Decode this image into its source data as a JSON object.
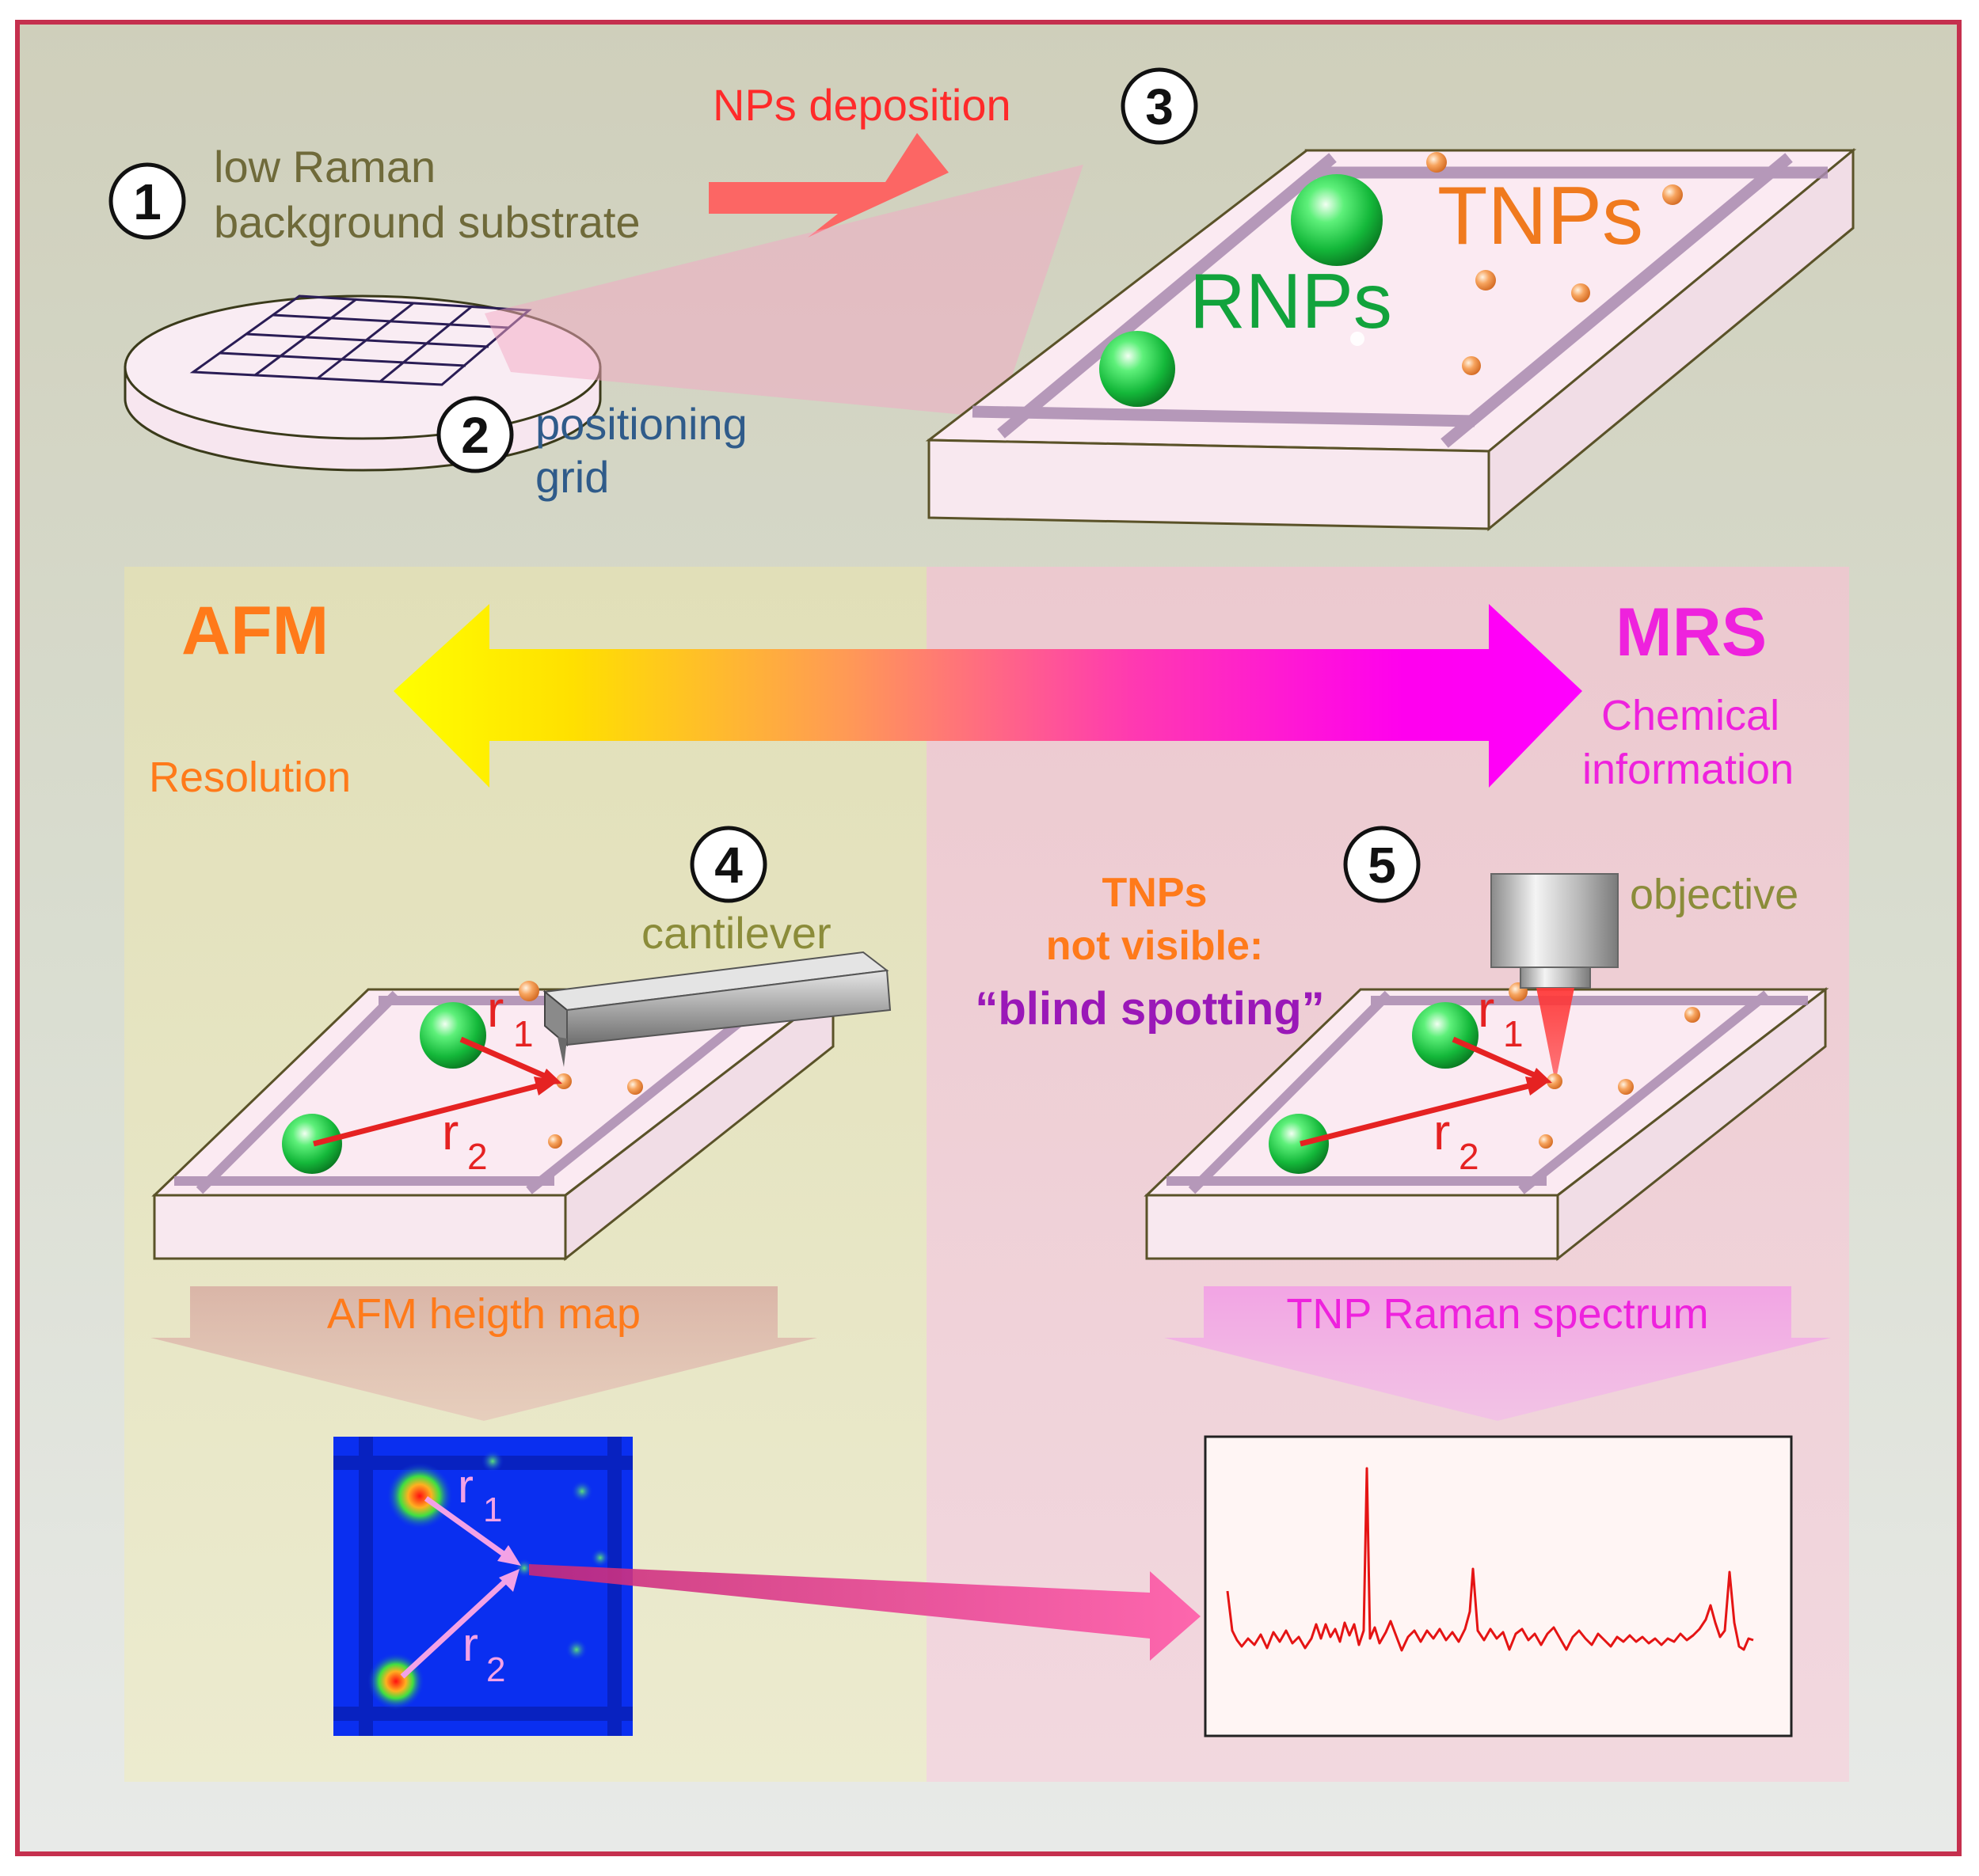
{
  "steps": {
    "s1": "1",
    "s2": "2",
    "s3": "3",
    "s4": "4",
    "s5": "5"
  },
  "top": {
    "substrate_line1": "low Raman",
    "substrate_line2": "background substrate",
    "grid_line1": "positioning",
    "grid_line2": "grid",
    "deposition": "NPs deposition",
    "rnps": "RNPs",
    "tnps": "TNPs"
  },
  "afm": {
    "title": "AFM",
    "subtitle": "Resolution",
    "cantilever": "cantilever",
    "map_label": "AFM heigth map"
  },
  "mrs": {
    "title": "MRS",
    "subtitle_line1": "Chemical",
    "subtitle_line2": "information",
    "objective": "objective",
    "spectrum_label": "TNP Raman spectrum"
  },
  "middle": {
    "line1": "TNPs",
    "line2": "not visible:",
    "line3": "“blind spotting”"
  },
  "vectors": {
    "r": "r",
    "sub1": "1",
    "sub2": "2"
  },
  "colors": {
    "frame": "#c5304e",
    "afm_orange": "#ff7a1a",
    "mrs_magenta": "#ee22dd",
    "blind_purple": "#9a18b8",
    "rnp_green": "#12a33c",
    "tnp_orange": "#f07a1e",
    "vector_red": "#e52222",
    "map_blue": "#0a2ff0",
    "spectrum_red": "#e51414"
  },
  "icons": [
    "wafer-icon",
    "cantilever-icon",
    "objective-icon",
    "double-arrow-icon"
  ]
}
